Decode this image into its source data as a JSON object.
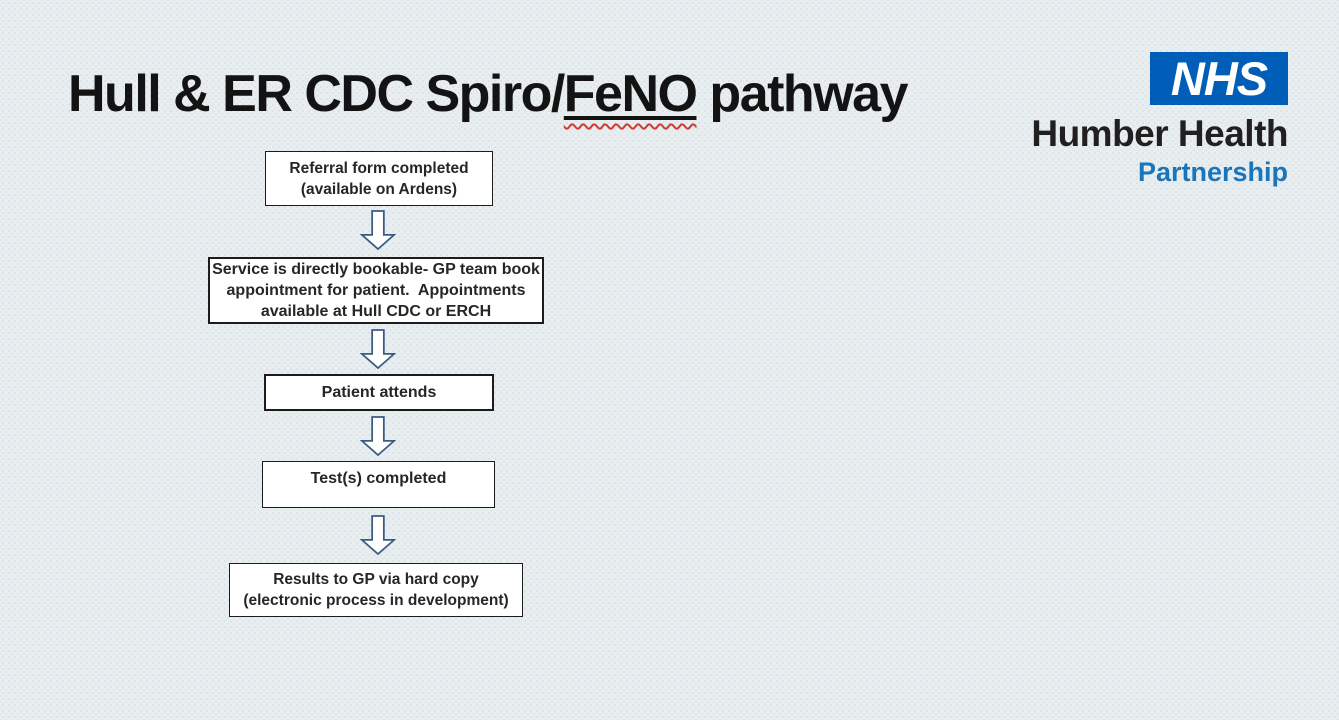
{
  "title": {
    "part1": "Hull & ER CDC Spiro/",
    "underlined": "FeNO",
    "part2": " pathway"
  },
  "logo": {
    "nhs": "NHS",
    "org_name": "Humber Health",
    "org_sub": "Partnership"
  },
  "flowchart": {
    "steps": [
      {
        "text": "Referral form completed\n(available on Ardens)"
      },
      {
        "text": "Service is directly bookable- GP team book\nappointment for patient.  Appointments\navailable at Hull CDC or ERCH"
      },
      {
        "text": "Patient attends"
      },
      {
        "text": "Test(s) completed"
      },
      {
        "text": "Results to GP via hard copy\n(electronic process in development)"
      }
    ],
    "connector": "down-arrow"
  },
  "colors": {
    "background": "#e8edef",
    "dot": "#d8e1e4",
    "nhs_blue": "#005EB8",
    "partnership_blue": "#1a75bb",
    "arrow_outline": "#3a5a82",
    "box_border": "#1c1c1c",
    "text": "#262626",
    "squiggle": "#d23b33"
  }
}
